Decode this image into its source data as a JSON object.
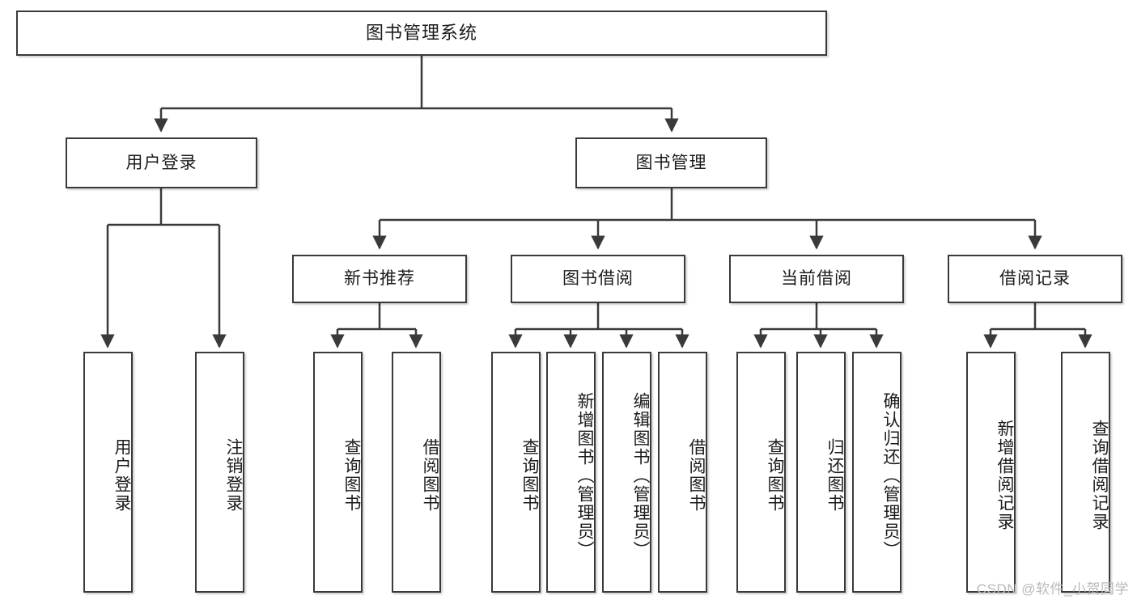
{
  "diagram": {
    "type": "tree-hierarchy",
    "title": "图书管理系统",
    "watermark": "CSDN @软件_小贺同学",
    "colors": {
      "box_border": "#3a3a3a",
      "box_fill": "#ffffff",
      "connector": "#3a3a3a",
      "text": "#1b1b1b",
      "watermark": "#b9b9b9"
    },
    "root": {
      "label": "图书管理系统"
    },
    "level2": [
      {
        "id": "user-login",
        "label": "用户登录"
      },
      {
        "id": "book-manage",
        "label": "图书管理"
      }
    ],
    "level3": [
      {
        "id": "new-book-recommend",
        "label": "新书推荐",
        "parent": "book-manage"
      },
      {
        "id": "book-borrow",
        "label": "图书借阅",
        "parent": "book-manage"
      },
      {
        "id": "current-borrow",
        "label": "当前借阅",
        "parent": "book-manage"
      },
      {
        "id": "borrow-record",
        "label": "借阅记录",
        "parent": "book-manage"
      }
    ],
    "leaves": [
      {
        "id": "leaf-user-login",
        "label": "用户登录",
        "parent": "user-login"
      },
      {
        "id": "leaf-logout-login",
        "label": "注销登录",
        "parent": "user-login"
      },
      {
        "id": "leaf-query-book-1",
        "label": "查询图书",
        "parent": "new-book-recommend"
      },
      {
        "id": "leaf-borrow-book-1",
        "label": "借阅图书",
        "parent": "new-book-recommend"
      },
      {
        "id": "leaf-query-book-2",
        "label": "查询图书",
        "parent": "book-borrow"
      },
      {
        "id": "leaf-add-book",
        "label": "新增图书（管理员）",
        "parent": "book-borrow"
      },
      {
        "id": "leaf-edit-book",
        "label": "编辑图书（管理员）",
        "parent": "book-borrow"
      },
      {
        "id": "leaf-borrow-book-2",
        "label": "借阅图书",
        "parent": "book-borrow"
      },
      {
        "id": "leaf-query-book-3",
        "label": "查询图书",
        "parent": "current-borrow"
      },
      {
        "id": "leaf-return-book",
        "label": "归还图书",
        "parent": "current-borrow"
      },
      {
        "id": "leaf-confirm-return",
        "label": "确认归还（管理员）",
        "parent": "current-borrow"
      },
      {
        "id": "leaf-add-record",
        "label": "新增借阅记录",
        "parent": "borrow-record"
      },
      {
        "id": "leaf-query-record",
        "label": "查询借阅记录",
        "parent": "borrow-record"
      }
    ]
  }
}
